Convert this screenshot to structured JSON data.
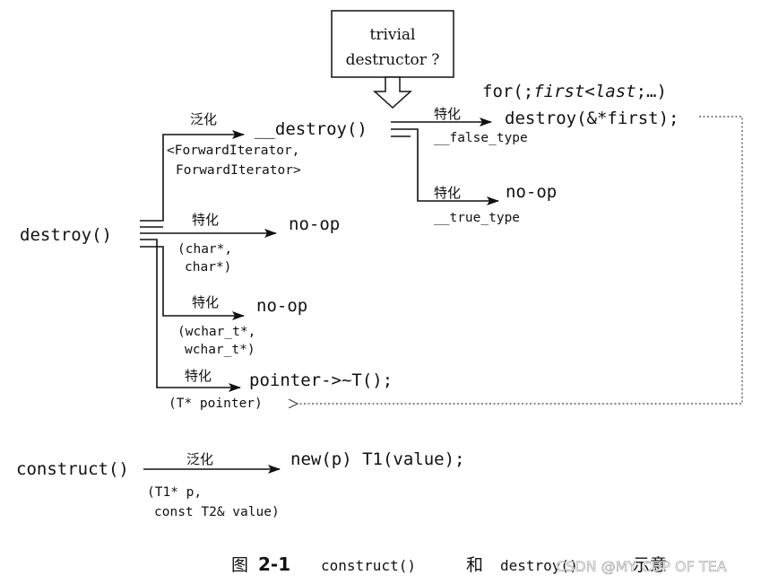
{
  "box": {
    "line1": "trivial",
    "line2": "destructor ?"
  },
  "top": {
    "for_prefix": "for(;",
    "for_italic": "first<last",
    "for_suffix": ";…)",
    "destroy_first": "destroy(&*first);",
    "false_type": "__false_type",
    "noop_true": "no-op",
    "true_type": "__true_type",
    "tehua_false": "特化",
    "tehua_true": "特化"
  },
  "generic": {
    "fanhua": "泛化",
    "fn": "__destroy()",
    "param1": "<ForwardIterator,",
    "param2": "ForwardIterator>"
  },
  "destroy_fn": "destroy()",
  "char_branch": {
    "tehua": "特化",
    "result": "no-op",
    "param1": "(char*,",
    "param2": "char*)"
  },
  "wchar_branch": {
    "tehua": "特化",
    "result": "no-op",
    "param1": "(wchar_t*,",
    "param2": "wchar_t*)"
  },
  "pointer_branch": {
    "tehua": "特化",
    "result": "pointer->~T();",
    "param": "(T* pointer)"
  },
  "construct": {
    "fn": "construct()",
    "fanhua": "泛化",
    "result": "new(p) T1(value);",
    "param1": "(T1* p,",
    "param2": "const T2& value)"
  },
  "caption": {
    "prefix": "图",
    "number": "2-1",
    "f1": "construct()",
    "he": "和",
    "f2": "destroy()",
    "suffix": "示意"
  },
  "watermark": "CSDN @MY CUP OF TEA"
}
